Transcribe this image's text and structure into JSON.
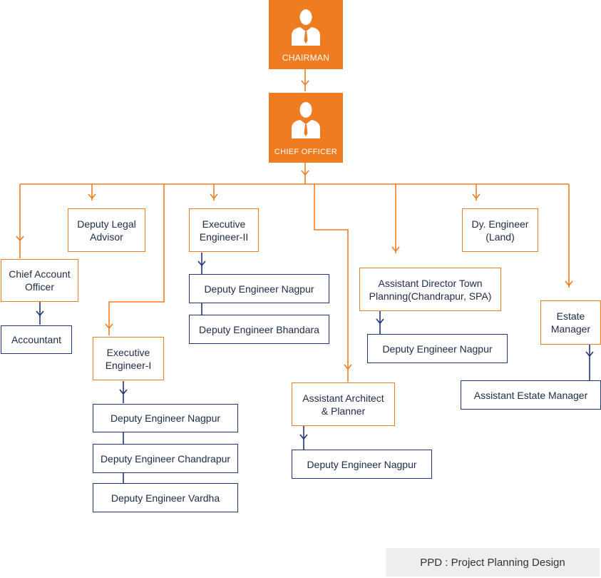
{
  "chairman": {
    "label": "CHAIRMAN",
    "icon": "person-in-suit-icon"
  },
  "chief_officer": {
    "label": "CHIEF OFFICER",
    "icon": "person-in-suit-icon"
  },
  "nodes": {
    "chief_account_officer": "Chief Account Officer",
    "accountant": "Accountant",
    "deputy_legal_advisor": "Deputy Legal Advisor",
    "executive_engineer_1": "Executive Engineer-I",
    "ee1_nagpur": "Deputy Engineer Nagpur",
    "ee1_chandrapur": "Deputy Engineer Chandrapur",
    "ee1_vardha": "Deputy Engineer Vardha",
    "executive_engineer_2": "Executive Engineer-II",
    "ee2_nagpur": "Deputy Engineer Nagpur",
    "ee2_bhandara": "Deputy Engineer Bhandara",
    "assistant_architect": "Assistant Architect & Planner",
    "aa_nagpur": "Deputy Engineer Nagpur",
    "assistant_director": "Assistant Director Town Planning(Chandrapur, SPA)",
    "ad_nagpur": "Deputy Engineer Nagpur",
    "dy_engineer_land": "Dy. Engineer (Land)",
    "estate_manager": "Estate Manager",
    "assistant_estate_manager": "Assistant Estate Manager"
  },
  "legend": "PPD : Project Planning Design",
  "colors": {
    "orange": "#f07c22",
    "navy": "#22357a"
  }
}
